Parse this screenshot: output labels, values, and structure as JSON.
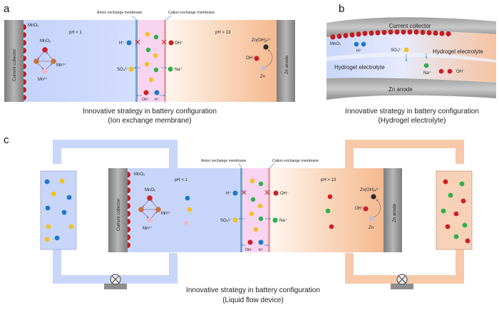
{
  "colors": {
    "blue_region": "#c9d6fb",
    "orange_region": "#f6c7a5",
    "membrane_pink": "#f6d6ef",
    "anion_membrane": "#6fa7d6",
    "cation_membrane": "#f19aa8",
    "dot_red": "#cf1f25",
    "dot_yellow": "#f2c01f",
    "dot_blue": "#1e78c8",
    "dot_green": "#2bb04b",
    "collector_gray": "#9a9a9a"
  },
  "panels": {
    "a": {
      "letter": "a",
      "mno2_top": "MnO₂",
      "mno2": "MnO₂",
      "mn3": "Mn³⁺",
      "mn2": "Mn²⁺",
      "current_collector": "Current collector",
      "ph_low": "pH < 1",
      "ph_high": "pH > 13",
      "anion_membrane": "Anion exchange membrane",
      "cation_membrane": "Cation exchange membrane",
      "h_plus": "H⁺",
      "oh_minus": "OH⁻",
      "so4": "SO₄²⁻",
      "na_plus": "Na⁺",
      "oh_bottom": "OH⁻",
      "h_bottom": "H⁺",
      "zincate": "Zn(OH)₄²⁻",
      "oh_zn": "OH⁻",
      "zn": "Zn",
      "zn_anode": "Zn anode",
      "caption_line1": "Innovative strategy in battery configuration",
      "caption_line2": "(Ion exchange membrane)"
    },
    "b": {
      "letter": "b",
      "current_collector": "Current collector",
      "mno2": "MnO₂",
      "h_plus": "H⁺",
      "so4": "SO₄²⁻",
      "hydrogel_right": "Hydrogel electrolyte",
      "hydrogel_left": "Hydrogel electrolyte",
      "na_plus": "Na⁺",
      "oh_minus": "OH⁻",
      "zn_anode": "Zn anode",
      "caption_line1": "Innovative strategy in battery configuration",
      "caption_line2": "(Hydrogel electrolyte)"
    },
    "c": {
      "letter": "c",
      "mno2_top": "MnO₂",
      "mno2": "MnO₂",
      "mn3": "Mn³⁺",
      "mn2": "Mn²⁺",
      "current_collector": "Current collector",
      "ph_low": "pH < 1",
      "ph_high": "pH > 13",
      "anion_membrane": "Anion exchange membrane",
      "cation_membrane": "Cation exchange membrane",
      "h_plus": "H⁺",
      "oh_minus": "OH⁻",
      "so4": "SO₄²⁻",
      "na_plus": "Na⁺",
      "oh_bottom": "OH⁻",
      "h_bottom": "H⁺",
      "zincate": "Zn(OH)₄²⁻",
      "oh_zn": "OH⁻",
      "zn": "Zn",
      "zn_anode": "Zn anode",
      "caption_line1": "Innovative strategy in battery configuration",
      "caption_line2": "(Liquid flow device)"
    }
  }
}
